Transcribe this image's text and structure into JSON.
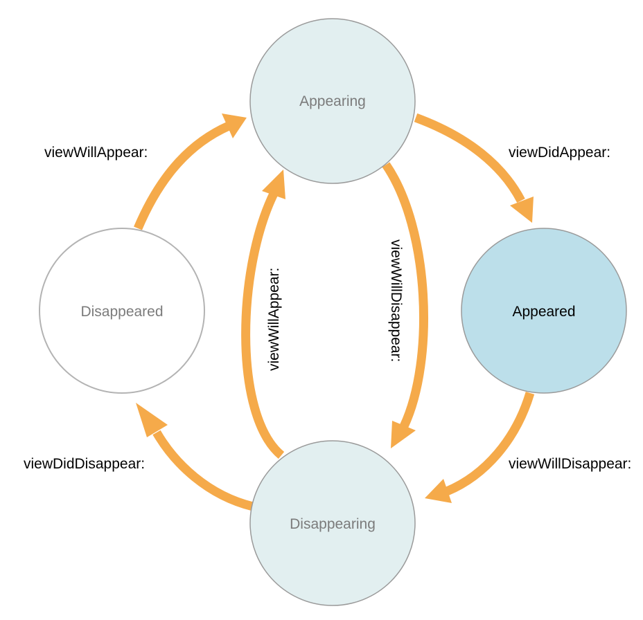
{
  "colors": {
    "arrow": "#f5aa4a",
    "transient_fill": "#e2eff0",
    "appeared_fill": "#bcdfea",
    "circle_stroke": "#9a9a9a",
    "disappeared_stroke": "#b3b3b3",
    "muted_text": "#7b7b7b",
    "strong_text": "#000000"
  },
  "states": {
    "appearing": {
      "label": "Appearing"
    },
    "appeared": {
      "label": "Appeared"
    },
    "disappearing": {
      "label": "Disappearing"
    },
    "disappeared": {
      "label": "Disappeared"
    }
  },
  "transitions": {
    "disappeared_to_appearing": {
      "label": "viewWillAppear:"
    },
    "appearing_to_appeared": {
      "label": "viewDidAppear:"
    },
    "disappearing_to_appearing": {
      "label": "viewWillAppear:"
    },
    "appearing_to_disappearing": {
      "label": "viewWillDisappear:"
    },
    "appeared_to_disappearing": {
      "label": "viewWillDisappear:"
    },
    "disappearing_to_disappeared": {
      "label": "viewDidDisappear:"
    }
  }
}
